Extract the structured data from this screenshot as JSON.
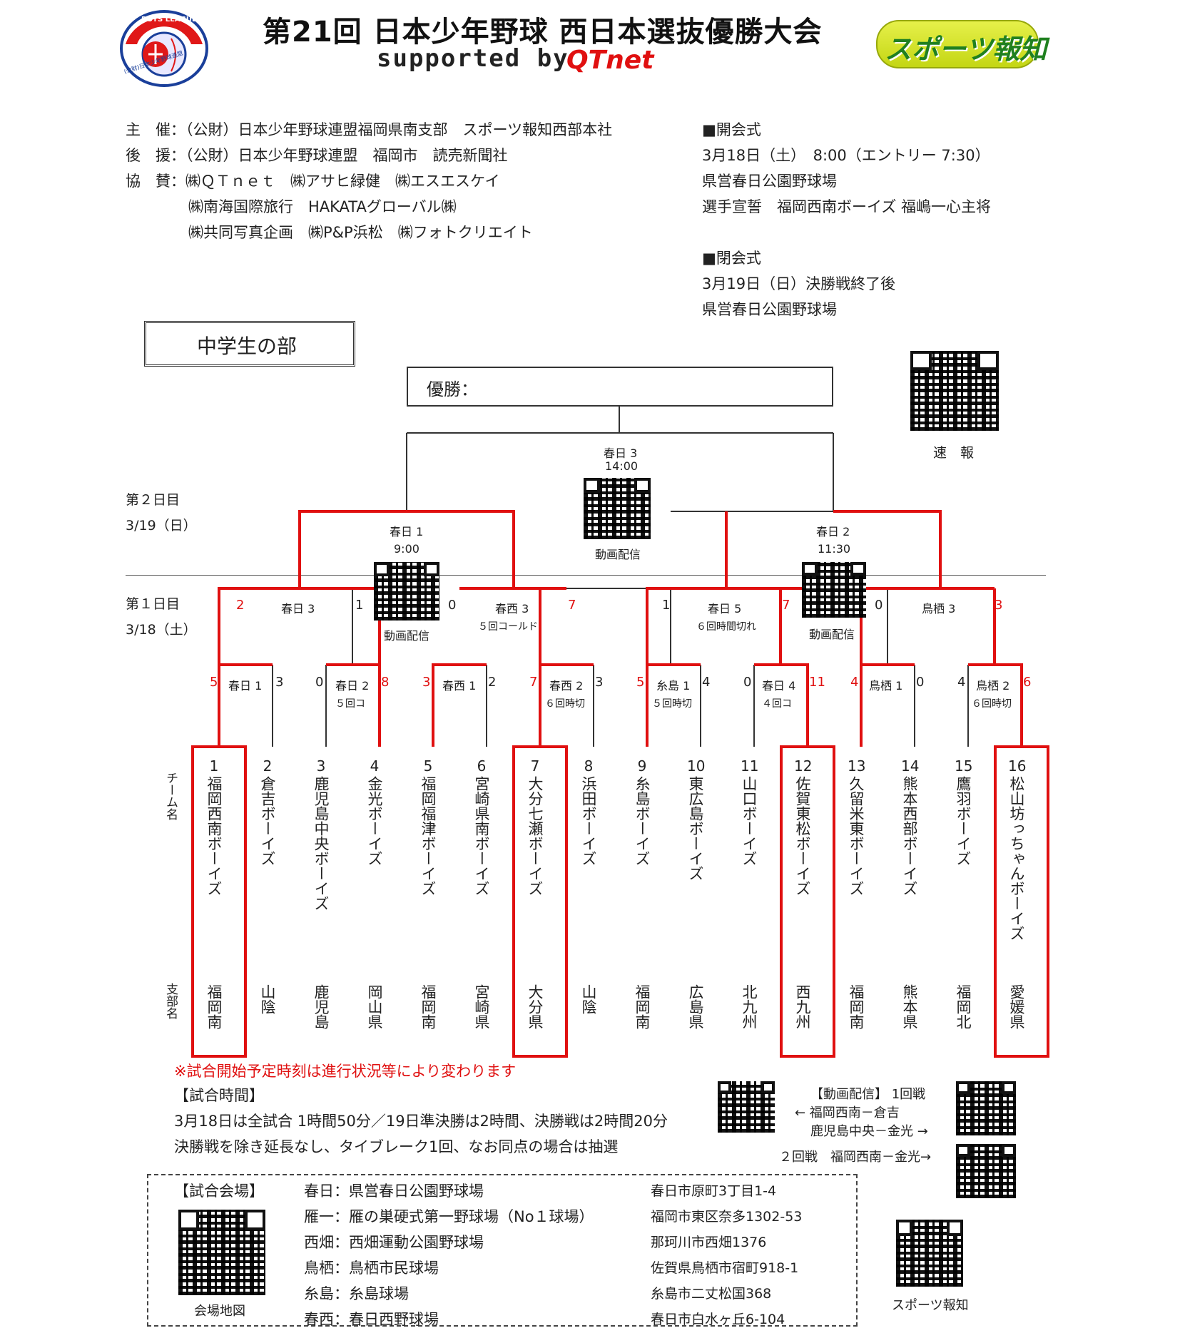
{
  "header": {
    "title": "第21回 日本少年野球 西日本選抜優勝大会",
    "supported_by": "supported by",
    "qtnet": "QTnet",
    "sports_hochi": "スポーツ報知",
    "league_logo_text": "BOYS LEAGUE",
    "league_logo_sub": "(公財)日本少年野球連盟"
  },
  "organizers": {
    "host_label": "主　催：",
    "host": "（公財）日本少年野球連盟福岡県南支部　スポーツ報知西部本社",
    "support_label": "後　援：",
    "support": "（公財）日本少年野球連盟　福岡市　読売新聞社",
    "sponsor_label": "協　賛：",
    "sponsor_line1": "㈱ＱＴｎｅｔ　㈱アサヒ緑健　㈱エスエスケイ",
    "sponsor_line2": "㈱南海国際旅行　HAKATAグローバル㈱",
    "sponsor_line3": "㈱共同写真企画　㈱P&P浜松　㈱フォトクリエイト"
  },
  "ceremony": {
    "opening_title": "■開会式",
    "opening_date": "3月18日（土）　8:00（エントリー 7:30）",
    "opening_place": "県営春日公園野球場",
    "opening_oath": "選手宣誓　福岡西南ボーイズ 福嶋一心主将",
    "closing_title": "■閉会式",
    "closing_date": "3月19日（日）決勝戦終了後",
    "closing_place": "県営春日公園野球場"
  },
  "division": "中学生の部",
  "champion_label": "優勝：",
  "sokuho_label": "速　報",
  "day2_label": "第２日目",
  "day2_date": "3/19（日）",
  "day1_label": "第１日目",
  "day1_date": "3/18（土）",
  "team_name_label": "チーム名",
  "branch_label": "支部名",
  "video_label": "動画配信",
  "final": {
    "venue": "春日 3",
    "time": "14:00"
  },
  "semis": [
    {
      "venue": "春日 1",
      "time": "9:00"
    },
    {
      "venue": "春日 2",
      "time": "11:30"
    }
  ],
  "quarters": [
    {
      "venue": "春日 3",
      "note": "",
      "left_score": "2",
      "right_score": "1"
    },
    {
      "venue": "春西 3",
      "note": "５回コールド",
      "left_score": "0",
      "right_score": "7"
    },
    {
      "venue": "春日 5",
      "note": "６回時間切れ",
      "left_score": "1",
      "right_score": "7"
    },
    {
      "venue": "鳥栖 3",
      "note": "",
      "left_score": "0",
      "right_score": "3"
    }
  ],
  "round1": [
    {
      "venue": "春日 1",
      "note": "",
      "left_score": "5",
      "right_score": "3"
    },
    {
      "venue": "春日 2",
      "note": "５回コ",
      "left_score": "0",
      "right_score": "8"
    },
    {
      "venue": "春西 1",
      "note": "",
      "left_score": "3",
      "right_score": "2"
    },
    {
      "venue": "春西 2",
      "note": "６回時切",
      "left_score": "7",
      "right_score": "3"
    },
    {
      "venue": "糸島 1",
      "note": "５回時切",
      "left_score": "5",
      "right_score": "4"
    },
    {
      "venue": "春日 4",
      "note": "４回コ",
      "left_score": "0",
      "right_score": "11"
    },
    {
      "venue": "鳥栖 1",
      "note": "",
      "left_score": "4",
      "right_score": "0"
    },
    {
      "venue": "鳥栖 2",
      "note": "６回時切",
      "left_score": "4",
      "right_score": "6"
    }
  ],
  "teams": [
    {
      "no": "1",
      "name": "福岡西南ボーイズ",
      "branch": "福岡南"
    },
    {
      "no": "2",
      "name": "倉吉ボーイズ",
      "branch": "山陰"
    },
    {
      "no": "3",
      "name": "鹿児島中央ボーイズ",
      "branch": "鹿児島"
    },
    {
      "no": "4",
      "name": "金光ボーイズ",
      "branch": "岡山県"
    },
    {
      "no": "5",
      "name": "福岡福津ボーイズ",
      "branch": "福岡南"
    },
    {
      "no": "6",
      "name": "宮崎県南ボーイズ",
      "branch": "宮崎県"
    },
    {
      "no": "7",
      "name": "大分七瀬ボーイズ",
      "branch": "大分県"
    },
    {
      "no": "8",
      "name": "浜田ボーイズ",
      "branch": "山陰"
    },
    {
      "no": "9",
      "name": "糸島ボーイズ",
      "branch": "福岡南"
    },
    {
      "no": "10",
      "name": "東広島ボーイズ",
      "branch": "広島県"
    },
    {
      "no": "11",
      "name": "山口ボーイズ",
      "branch": "北九州"
    },
    {
      "no": "12",
      "name": "佐賀東松ボーイズ",
      "branch": "西九州"
    },
    {
      "no": "13",
      "name": "久留米東ボーイズ",
      "branch": "福岡南"
    },
    {
      "no": "14",
      "name": "熊本西部ボーイズ",
      "branch": "熊本県"
    },
    {
      "no": "15",
      "name": "鷹羽ボーイズ",
      "branch": "福岡北"
    },
    {
      "no": "16",
      "name": "松山坊っちゃんボーイズ",
      "branch": "愛媛県"
    }
  ],
  "notice": "※試合開始予定時刻は進行状況等により変わります",
  "game_time": {
    "title": "【試合時間】",
    "line1": "3月18日は全試合 1時間50分／19日準決勝は2時間、決勝戦は2時間20分",
    "line2": "決勝戦を除き延長なし、タイブレーク1回、なお同点の場合は抽選"
  },
  "video_links": {
    "title": "【動画配信】 1回戦",
    "line1": "← 福岡西南－倉吉",
    "line2": "鹿児島中央－金光 →",
    "line3": "２回戦　福岡西南－金光→"
  },
  "venues": {
    "title": "【試合会場】",
    "map_label": "会場地図",
    "list": [
      {
        "name": "春日：県営春日公園野球場",
        "address": "春日市原町3丁目1-4"
      },
      {
        "name": "雁一：雁の巣硬式第一野球場（No１球場）",
        "address": "福岡市東区奈多1302-53"
      },
      {
        "name": "西畑：西畑運動公園野球場",
        "address": "那珂川市西畑1376"
      },
      {
        "name": "鳥栖：鳥栖市民球場",
        "address": "佐賀県鳥栖市宿町918-1"
      },
      {
        "name": "糸島：糸島球場",
        "address": "糸島市二丈松国368"
      },
      {
        "name": "春西：春日西野球場",
        "address": "春日市白水ヶ丘6-104"
      }
    ]
  },
  "sports_hochi_qr_label": "スポーツ報知"
}
